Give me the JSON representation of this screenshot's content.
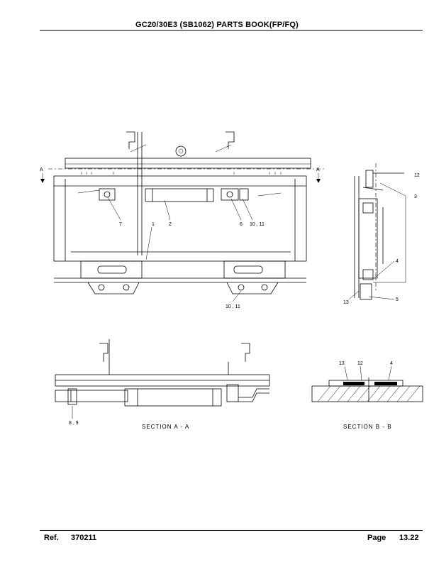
{
  "header": {
    "title": "GC20/30E3 (SB1062) PARTS BOOK(FP/FQ)"
  },
  "footer": {
    "ref_label": "Ref.",
    "ref_value": "370211",
    "page_label": "Page",
    "page_value": "13.22"
  },
  "drawing": {
    "callouts": [
      "1",
      "2",
      "3",
      "4",
      "5",
      "6",
      "7",
      "8 , 9",
      "10 , 11",
      "10 , 11",
      "12",
      "13",
      "13",
      "12",
      "4"
    ],
    "section_marks": [
      "A",
      "A"
    ],
    "captions": {
      "section_a": "SECTION  A - A",
      "section_b": "SECTION  B - B"
    }
  }
}
